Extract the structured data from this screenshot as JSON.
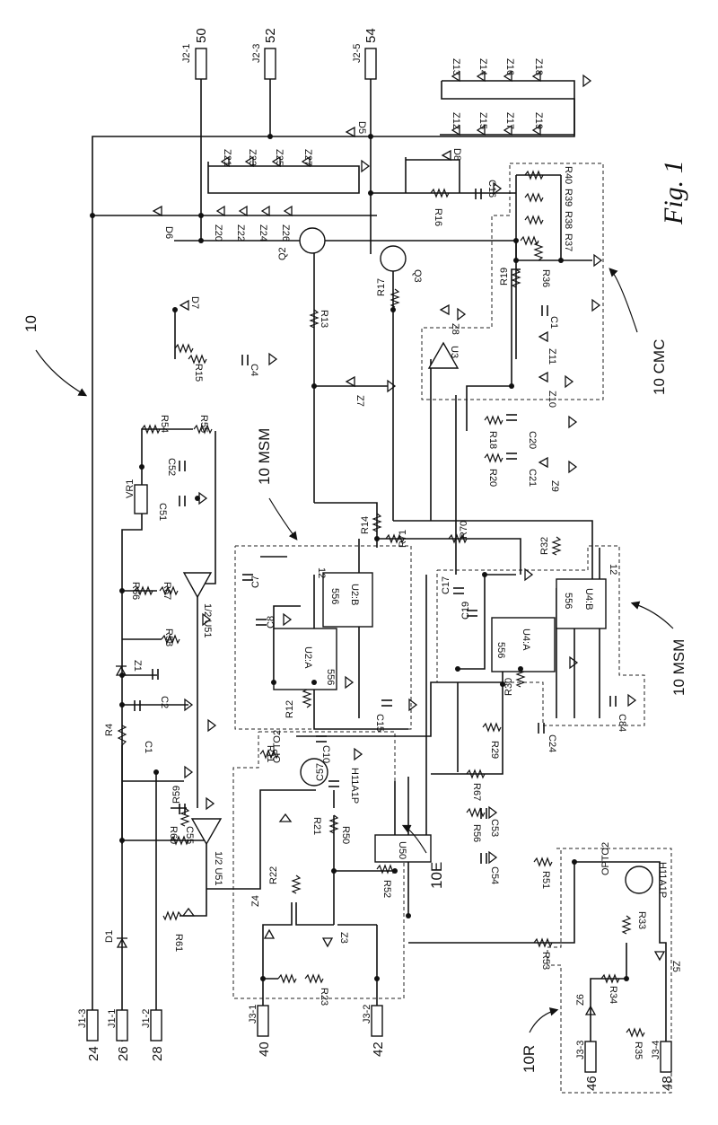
{
  "figure": {
    "ref_main": "10",
    "ref_cmc": "10 CMC",
    "ref_msm_top": "10 MSM",
    "ref_msm_right": "10 MSM",
    "ref_e": "10E",
    "ref_r": "10R",
    "caption": "Fig. 1"
  },
  "connectors": [
    {
      "id": "J1-3",
      "num": "24"
    },
    {
      "id": "J1-1",
      "num": "26"
    },
    {
      "id": "J1-2",
      "num": "28"
    },
    {
      "id": "J2-1",
      "num": "50"
    },
    {
      "id": "J2-3",
      "num": "52"
    },
    {
      "id": "J2-5",
      "num": "54"
    },
    {
      "id": "J3-1",
      "num": "40"
    },
    {
      "id": "J3-2",
      "num": "42"
    },
    {
      "id": "J3-3",
      "num": "46"
    },
    {
      "id": "J3-4",
      "num": "48"
    }
  ],
  "components": {
    "D1": "D1",
    "R4": "R4",
    "C1": "C1",
    "C2": "C2",
    "Z1": "Z1",
    "R58": "R58",
    "R66": "R66",
    "R67": "R67",
    "VR1": "VR1",
    "C51": "C51",
    "C52": "C52",
    "R54": "R54",
    "R55": "R55",
    "U51a": "1/2 U51",
    "U51b": "1/2 U51",
    "R59": "R59",
    "R60": "R60",
    "C55": "C55",
    "R61": "R61",
    "R11": "R11",
    "C10": "C10",
    "R12": "R12",
    "C15": "C15",
    "C7": "C7",
    "C8": "C8",
    "U2A": "U2:A",
    "U2B": "U2:B",
    "ic556": "556",
    "twelve": "12",
    "R14": "R14",
    "R71": "R71",
    "R70": "R70",
    "R32": "R32",
    "C17": "C17",
    "C19": "C19",
    "U4A": "U4:A",
    "U4B": "U4:B",
    "R30": "R30",
    "C84": "C84",
    "R29": "R29",
    "C24": "C24",
    "C57": "C57",
    "U50": "U50",
    "R50": "R50",
    "R52": "R52",
    "C53": "C53",
    "C54": "C54",
    "R67b": "R67",
    "R56": "R56",
    "R51": "R51",
    "R53": "R53",
    "OPTO2": "OPTO2",
    "H11A1P": "H11A1P",
    "R21": "R21",
    "R22": "R22",
    "R23": "R23",
    "Z4": "Z4",
    "Z3": "Z3",
    "R33": "R33",
    "R34": "R34",
    "R35": "R35",
    "Z5": "Z5",
    "Z6": "Z6",
    "R15": "R15",
    "C4": "C4",
    "D7": "D7",
    "R13": "R13",
    "Z7": "Z7",
    "Q2": "Q2",
    "Q3": "Q3",
    "R17": "R17",
    "Z8": "Z8",
    "D5": "D5",
    "D6": "D6",
    "D8": "D8",
    "R16": "R16",
    "C16": "C16",
    "U3": "U3",
    "R18": "R18",
    "C20": "C20",
    "R20": "R20",
    "C21": "C21",
    "Z9": "Z9",
    "Z10": "Z10",
    "Z11": "Z11",
    "C1b": "C1",
    "R19": "R19",
    "R36": "R36",
    "R37": "R37",
    "R38": "R38",
    "R39": "R39",
    "R40": "R40",
    "Z20": "Z20",
    "Z21": "Z21",
    "Z22": "Z22",
    "Z23": "Z23",
    "Z24": "Z24",
    "Z25": "Z25",
    "Z26": "Z26",
    "Z27": "Z27",
    "Z12": "Z12",
    "Z13": "Z13",
    "Z14": "Z14",
    "Z15": "Z15",
    "Z16": "Z16",
    "Z17": "Z17",
    "Z18": "Z18",
    "Z19": "Z19"
  }
}
